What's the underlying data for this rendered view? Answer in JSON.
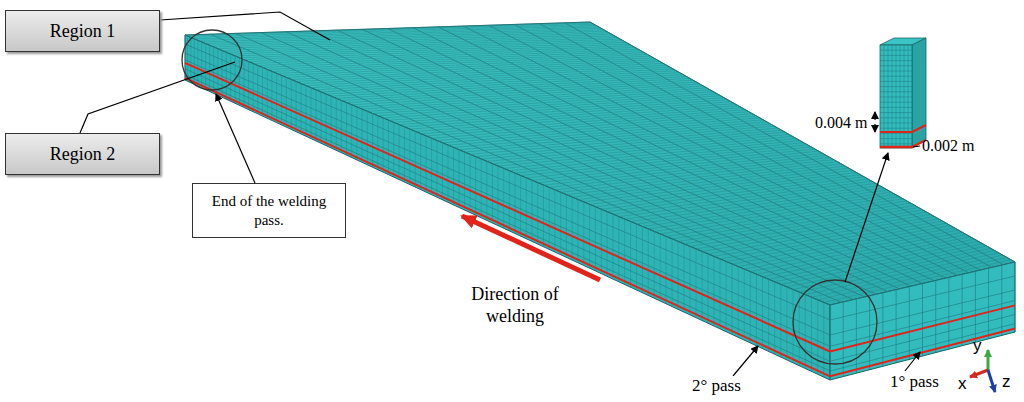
{
  "diagram": {
    "nodes": [
      {
        "text": [
          "Region 1"
        ]
      },
      {
        "text": [
          "Region 2"
        ]
      },
      {
        "text": [
          "End of the welding pass."
        ]
      }
    ],
    "labels": [
      "Direction of welding",
      "0.004 m",
      "0.002 m",
      "2° pass",
      "1° pass",
      "y",
      "x",
      "z"
    ]
  }
}
